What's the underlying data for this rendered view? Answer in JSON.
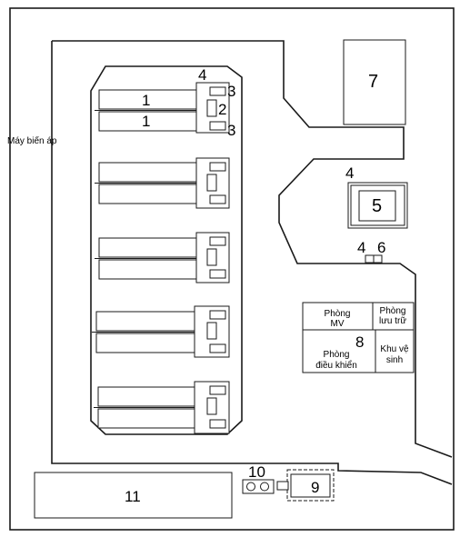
{
  "labels": {
    "transformer": "Máy biến áp",
    "mv_room_line1": "Phòng",
    "mv_room_line2": "MV",
    "storage_line1": "Phòng",
    "storage_line2": "lưu trữ",
    "control_line1": "Phòng",
    "control_line2": "điều khiển",
    "wc_line1": "Khu vệ",
    "wc_line2": "sinh"
  },
  "markers": {
    "m1a": "1",
    "m1b": "1",
    "m2": "2",
    "m3a": "3",
    "m3b": "3",
    "m4a": "4",
    "m4b": "4",
    "m4c": "4",
    "m5": "5",
    "m6": "6",
    "m7": "7",
    "m8": "8",
    "m9": "9",
    "m10": "10",
    "m11": "11"
  }
}
